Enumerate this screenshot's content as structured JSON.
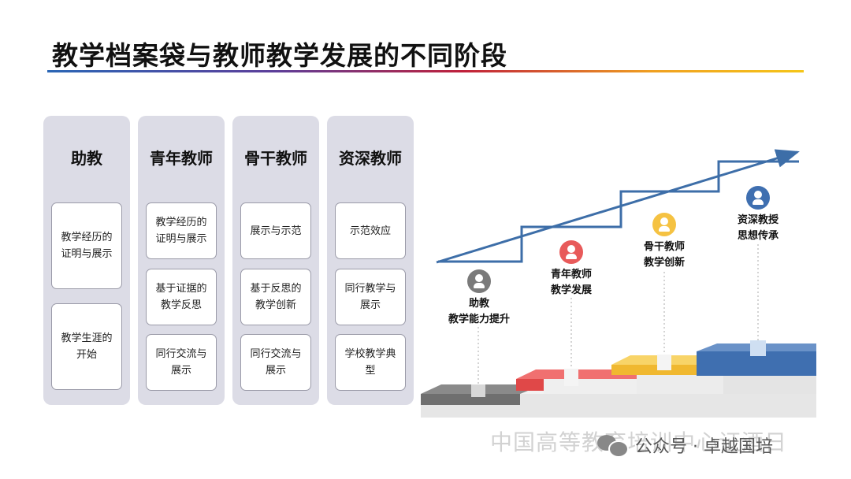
{
  "title": "教学档案袋与教师教学发展的不同阶段",
  "columns": [
    {
      "title": "助教",
      "cards": [
        "教学经历的证明与展示",
        "教学生涯的开始"
      ]
    },
    {
      "title": "青年教师",
      "cards": [
        "教学经历的证明与展示",
        "基于证据的教学反思",
        "同行交流与展示"
      ]
    },
    {
      "title": "骨干教师",
      "cards": [
        "展示与示范",
        "基于反思的教学创新",
        "同行交流与展示"
      ]
    },
    {
      "title": "资深教师",
      "cards": [
        "示范效应",
        "同行教学与展示",
        "学校教学典型"
      ]
    }
  ],
  "stages": [
    {
      "line1": "助教",
      "line2": "教学能力提升",
      "icon": "person-icon",
      "color": "#7a7a7a"
    },
    {
      "line1": "青年教师",
      "line2": "教学发展",
      "icon": "person-icon",
      "color": "#e85a5a"
    },
    {
      "line1": "骨干教师",
      "line2": "教学创新",
      "icon": "person-icon",
      "color": "#f5c242"
    },
    {
      "line1": "资深教授",
      "line2": "思想传承",
      "icon": "person-icon",
      "color": "#3f6fb0"
    }
  ],
  "watermark": "中国高等教育培训中心证酒日",
  "footer": {
    "text": "公众号 · 卓越国培",
    "icon": "wechat-icon"
  },
  "colors": {
    "accent_blue": "#3d6ea8",
    "gray": "#6f6f6f",
    "red": "#e85a5a",
    "yellow": "#f5c242",
    "navy": "#3f6fb0"
  }
}
